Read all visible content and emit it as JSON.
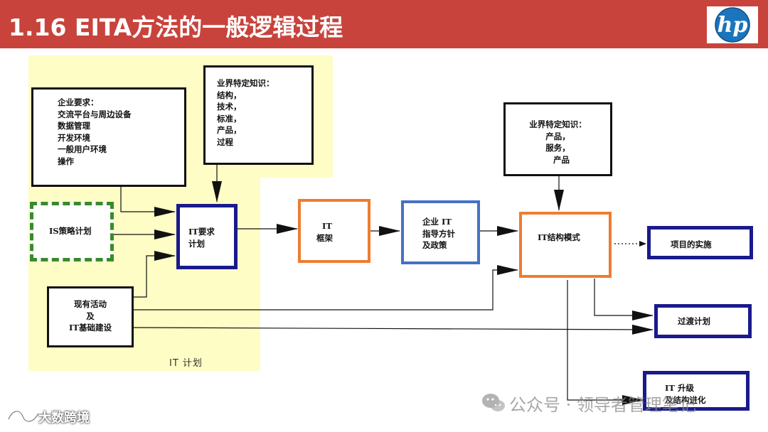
{
  "slide": {
    "title": "1.16 EITA方法的一般逻辑过程",
    "logo_text": "hp"
  },
  "colors": {
    "title_bar": "#c8433c",
    "planning_zone": "#fdfdc5",
    "navy": "#1a1a8c",
    "orange": "#ed7d31",
    "blue": "#4472c4",
    "green": "#3a8a2c"
  },
  "nodes": {
    "enterprise": {
      "title": "企业要求：",
      "lines": [
        "交流平台与周边设备",
        "数据管理",
        "开发环境",
        "一般用户环境",
        "操作"
      ]
    },
    "industry_knowledge_1": {
      "title": "业界特定知识：",
      "lines": [
        "结构，",
        "技术，",
        "标准，",
        "产品，",
        "过程"
      ]
    },
    "is_strategy": {
      "label": "IS策略计划"
    },
    "it_requirements": {
      "lines": [
        "IT要求",
        "计划"
      ]
    },
    "current_activities": {
      "lines": [
        "现有活动",
        "及",
        "IT基础建设"
      ]
    },
    "planning_zone_label": "IT  计划",
    "it_framework": {
      "lines": [
        "IT",
        "框架"
      ]
    },
    "it_guidance": {
      "lines": [
        "企业 IT",
        "指导方针",
        "及政策"
      ]
    },
    "industry_knowledge_2": {
      "title": "业界特定知识：",
      "lines": [
        "产品，",
        "服务，",
        "产品"
      ]
    },
    "it_architecture": {
      "label": "IT结构模式"
    },
    "project_implementation": {
      "label": "项目的实施"
    },
    "transition_plan": {
      "label": "过渡计划"
    },
    "it_upgrade": {
      "lines": [
        "IT 升级",
        "及结构进化"
      ]
    }
  },
  "watermarks": {
    "right": "公众号 · 领导者管理笔记",
    "left": "大数跨境"
  }
}
